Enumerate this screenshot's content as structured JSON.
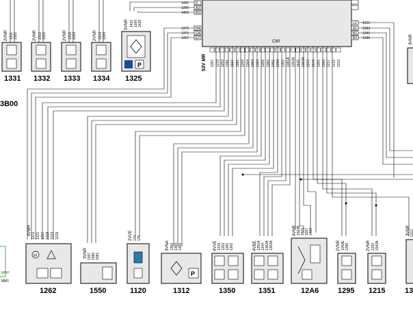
{
  "ecu": {
    "name": "CMI",
    "side_label": "53V MR"
  },
  "ecu_left_wires": [
    {
      "num": "1431",
      "pin": "D"
    },
    {
      "num": "1200",
      "pin": "A3"
    },
    {
      "num": "1429",
      "pin": "B3"
    },
    {
      "num": "1372",
      "pin": "H4"
    },
    {
      "num": "1371",
      "pin": "G4"
    },
    {
      "num": "1257",
      "pin": "E2"
    }
  ],
  "ecu_right_wires": [
    {
      "num": "4121",
      "pin": "L3"
    },
    {
      "num": "1583",
      "pin": "A1"
    },
    {
      "num": "1241",
      "pin": "B1"
    },
    {
      "num": "1330",
      "pin": "B2"
    }
  ],
  "ecu_bottom_wires": [
    "1357",
    "1219",
    "1253",
    "1281",
    "1597",
    "1381",
    "1344",
    "1304",
    "1363",
    "1364",
    "1301",
    "1362",
    "1351",
    "1294",
    "1302",
    "1381A",
    "1353A",
    "1642",
    "1363A",
    "1570",
    "1579",
    "1301",
    "1302",
    "1217",
    "1212",
    "1312"
  ],
  "components": [
    {
      "id": "1331",
      "conn": "2VNR",
      "wires": [
        "1311",
        "1321"
      ]
    },
    {
      "id": "1332",
      "conn": "2VNR",
      "wires": [
        "1312",
        "1322"
      ]
    },
    {
      "id": "1333",
      "conn": "2VNR",
      "wires": [
        "1313",
        "1323"
      ]
    },
    {
      "id": "1334",
      "conn": "2VNR",
      "wires": [
        "1214",
        "1324"
      ]
    },
    {
      "id": "1325",
      "conn": "3VNR",
      "wires": [
        "1431",
        "1200",
        "1429"
      ]
    },
    {
      "id": "1262",
      "conn": "4VMR",
      "wires": [
        "1372",
        "1371",
        "1257",
        "1219",
        "1223",
        "1218"
      ]
    },
    {
      "id": "1550",
      "conn": "3VNR",
      "wires": [
        "1357",
        "1580",
        "1581"
      ]
    },
    {
      "id": "1120",
      "conn": "2VVE",
      "wires": [
        "134",
        "135"
      ]
    },
    {
      "id": "1312",
      "conn": "3VNA",
      "wires": [
        "1362",
        "1364",
        "1363"
      ]
    },
    {
      "id": "1350",
      "conn": "4VVE",
      "wires": [
        "1219",
        "1253",
        "1281",
        "1302"
      ]
    },
    {
      "id": "1351",
      "conn": "4VBE",
      "wires": [
        "1351A",
        "1344",
        "1363A",
        "1302A"
      ]
    },
    {
      "id": "12A6",
      "conn": "4VNR",
      "wires": [
        "1562B",
        "1570",
        "1557",
        "1401"
      ]
    },
    {
      "id": "1295",
      "conn": "2VNR",
      "wires": [
        "1042E",
        "1296"
      ]
    },
    {
      "id": "1215",
      "conn": "2VNR",
      "wires": [
        "1232",
        "1542A"
      ]
    },
    {
      "id": "13",
      "conn": "3VNR",
      "wires": [
        "1312"
      ]
    }
  ],
  "partial_labels": {
    "left_code": "3B00",
    "right_conn": "3VNR",
    "ground_label": "MMP",
    "ground_ref": "MM1"
  },
  "colors": {
    "box_fill": "#e8e8e8",
    "line": "#000000",
    "ground": "#2a8a2a"
  }
}
